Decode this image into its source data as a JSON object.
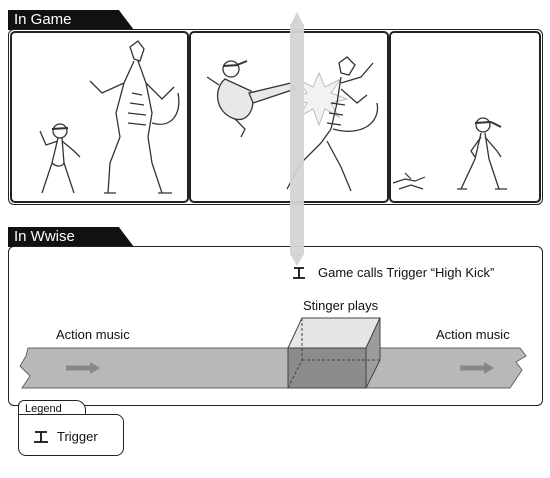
{
  "in_game": {
    "title": "In Game"
  },
  "in_wwise": {
    "title": "In Wwise",
    "trigger_call": "Game calls Trigger “High Kick”",
    "stinger_label": "Stinger plays",
    "music_left": "Action music",
    "music_right": "Action music"
  },
  "legend": {
    "title": "Legend",
    "trigger_label": "Trigger",
    "trigger_icon": "trigger-icon"
  },
  "colors": {
    "track": "#b8b8b8",
    "beam": "#d4d4d4",
    "stinger_dark": "#8c8c8c",
    "stinger_light": "#e6e6e6"
  }
}
